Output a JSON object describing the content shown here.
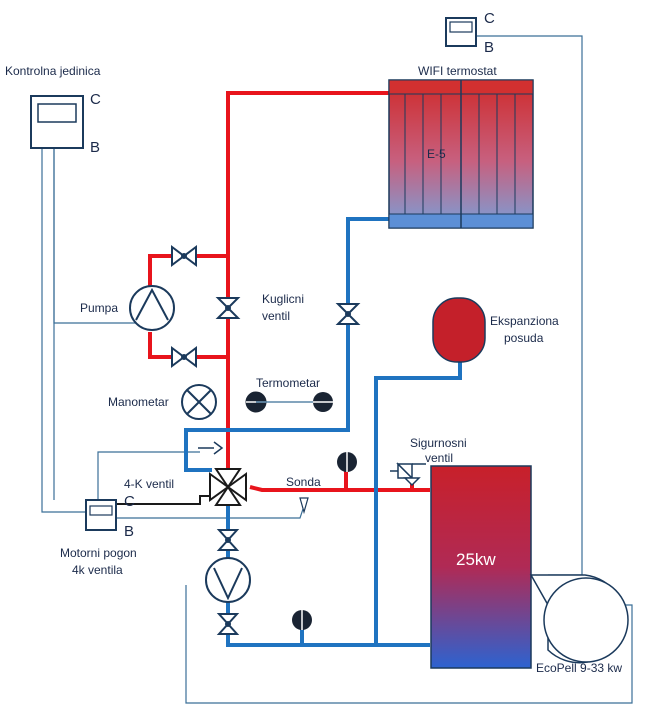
{
  "labels": {
    "control_unit": "Kontrolna jedinica",
    "control_unit_c": "C",
    "control_unit_b": "B",
    "wifi_thermostat": "WIFI termostat",
    "wifi_c": "C",
    "wifi_b": "B",
    "radiator": "E-5",
    "pump": "Pumpa",
    "ball_valve": "Kuglicni\nventil",
    "manometer": "Manometar",
    "thermometer": "Termometar",
    "expansion_vessel": "Ekspanziona\nposuda",
    "safety_valve": "Sigurnosni\nventil",
    "four_way_valve": "4-K ventil",
    "sensor": "Sonda",
    "actuator": "Motorni pogon\n4k ventila",
    "actuator_c": "C",
    "actuator_b": "B",
    "boiler_power": "25kw",
    "boiler_model": "EcoPell 9-33 kw"
  },
  "colors": {
    "hot_pipe": "#e8141c",
    "cold_pipe": "#1f73c0",
    "control_wire": "#3b6f98",
    "boiler_top": "#cc1f2a",
    "boiler_bottom": "#2f5fc8",
    "expansion_vessel": "#c4202a"
  }
}
